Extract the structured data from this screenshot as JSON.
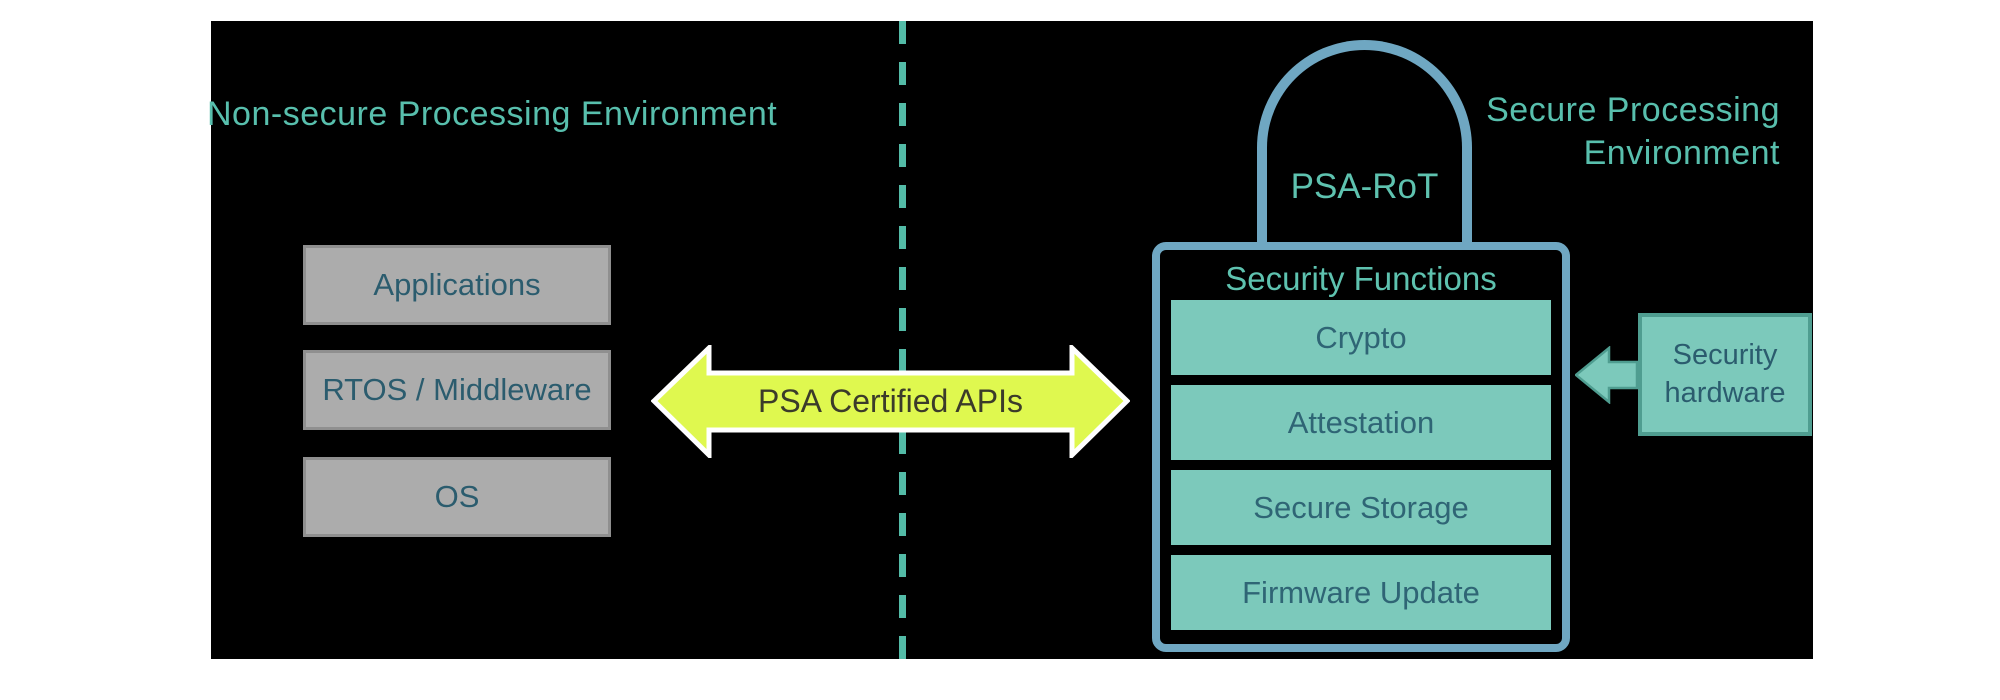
{
  "left_env": {
    "title": "Non-secure Processing Environment",
    "boxes": [
      "Applications",
      "RTOS / Middleware",
      "OS"
    ]
  },
  "api_arrow": {
    "label": "PSA Certified APIs"
  },
  "right_env": {
    "title": "Secure Processing Environment",
    "lock_label": "PSA-RoT",
    "security_functions": {
      "title": "Security Functions",
      "items": [
        "Crypto",
        "Attestation",
        "Secure Storage",
        "Firmware Update"
      ]
    },
    "hardware_box": {
      "label": "Security hardware"
    }
  },
  "colors": {
    "canvas_bg": "#000000",
    "page_bg": "#FFFFFF",
    "env_title_teal": "#58BFAD",
    "divider_teal": "#53BBA7",
    "lock_blue": "#6FA7C2",
    "teal_fill": "#7CC9BB",
    "teal_border": "#4F9D90",
    "gray_fill": "#ACACAC",
    "gray_border": "#8F8F8F",
    "dark_label_text": "#2B5C6E",
    "arrow_yellow": "#DFF84F",
    "arrow_outline": "#FFFFFF"
  }
}
